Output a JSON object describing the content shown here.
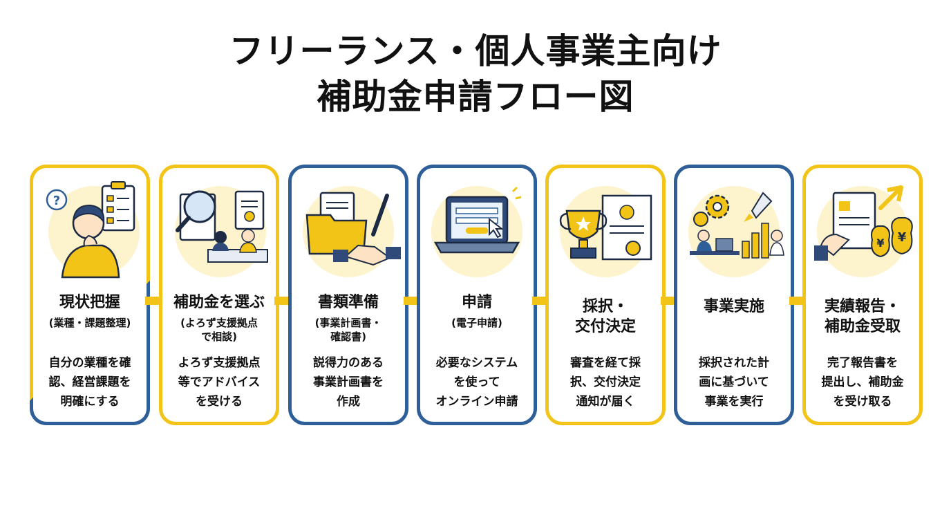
{
  "title": {
    "line1": "フリーランス・個人事業主向け",
    "line2": "補助金申請フロー図"
  },
  "colors": {
    "yellow": "#f2c418",
    "blue": "#2f5f98",
    "pale_yellow": "#fdf3cc"
  },
  "steps": [
    {
      "title": "現状把握",
      "subtitle": "(業種・課題整理)",
      "description": "自分の業種を確\n認、経営課題を\n明確にする",
      "icon": "thinking-person-clipboard-icon"
    },
    {
      "title": "補助金を選ぶ",
      "subtitle": "(よろず支援拠点\nで相談)",
      "description": "よろず支援拠点\n等でアドバイス\nを受ける",
      "icon": "magnifier-consultation-icon"
    },
    {
      "title": "書類準備",
      "subtitle": "(事業計画書・\n確認書)",
      "description": "説得力のある\n事業計画書を\n作成",
      "icon": "folder-handshake-icon"
    },
    {
      "title": "申請",
      "subtitle": "(電子申請)",
      "description": "必要なシステム\nを使って\nオンライン申請",
      "icon": "laptop-online-icon"
    },
    {
      "title": "採択・\n交付決定",
      "subtitle": "",
      "description": "審査を経て採\n択、交付決定\n通知が届く",
      "icon": "trophy-certificate-icon"
    },
    {
      "title": "事業実施",
      "subtitle": "",
      "description": "採択された計\n画に基づいて\n事業を実行",
      "icon": "gear-rocket-growth-icon"
    },
    {
      "title": "実績報告・\n補助金受取",
      "subtitle": "",
      "description": "完了報告書を\n提出し、補助金\nを受け取る",
      "icon": "report-money-bags-icon"
    }
  ]
}
